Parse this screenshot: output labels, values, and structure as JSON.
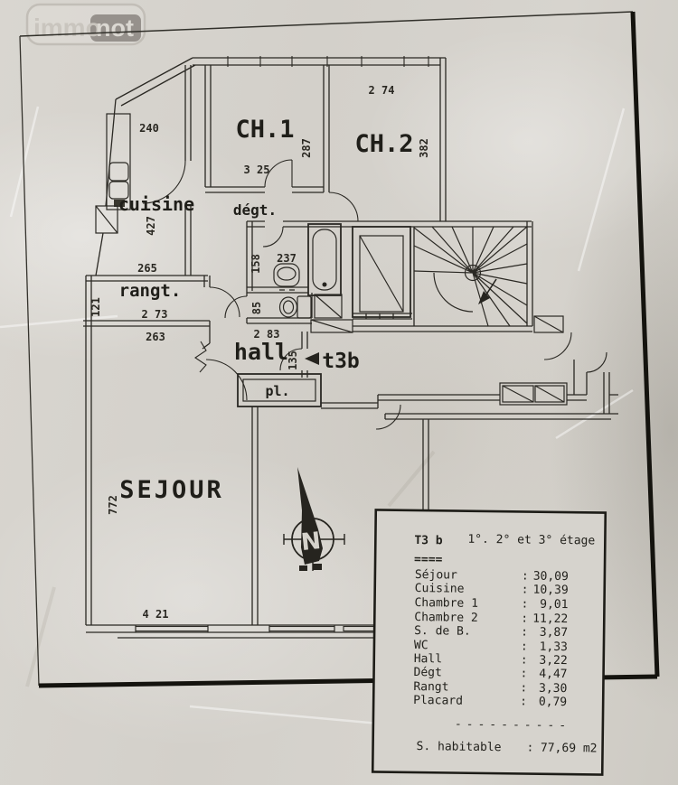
{
  "logo": {
    "immo": "immo",
    "not": "not"
  },
  "plan": {
    "rooms": {
      "ch1": "CH.1",
      "ch2": "CH.2",
      "cuisine": "cuisine",
      "degt": "dégt.",
      "rangt": "rangt.",
      "hall": "hall",
      "t3b": "t3b",
      "pl": "pl.",
      "sejour": "SEJOUR"
    },
    "compass": {
      "letter": "N"
    },
    "dims": {
      "d240": "240",
      "d274": "2 74",
      "d287": "287",
      "d382": "382",
      "d325": "3 25",
      "d427": "427",
      "d265": "265",
      "d121": "121",
      "d273": "2 73",
      "d263": "263",
      "d158": "158",
      "d237": "237",
      "d85": "85",
      "d283": "2 83",
      "d135": "135",
      "d772": "772",
      "d421": "4 21"
    }
  },
  "legend": {
    "unit_label": "T3 b",
    "floors": "1°. 2° et 3° étage",
    "underline": "====",
    "colon": ":",
    "rows": [
      {
        "label": "Séjour",
        "value": "30,09"
      },
      {
        "label": "Cuisine",
        "value": "10,39"
      },
      {
        "label": "Chambre 1",
        "value": "9,01"
      },
      {
        "label": "Chambre 2",
        "value": "11,22"
      },
      {
        "label": "S. de B.",
        "value": "3,87"
      },
      {
        "label": "WC",
        "value": "1,33"
      },
      {
        "label": "Hall",
        "value": "3,22"
      },
      {
        "label": "Dégt",
        "value": "4,47"
      },
      {
        "label": "Rangt",
        "value": "3,30"
      },
      {
        "label": "Placard",
        "value": "0,79"
      }
    ],
    "separator": "----------",
    "total_label": "S. habitable",
    "total_value": "77,69 m2"
  },
  "colors": {
    "paper": "#d5d2cb",
    "ink": "#26241f",
    "badge": "#8e8a84"
  }
}
